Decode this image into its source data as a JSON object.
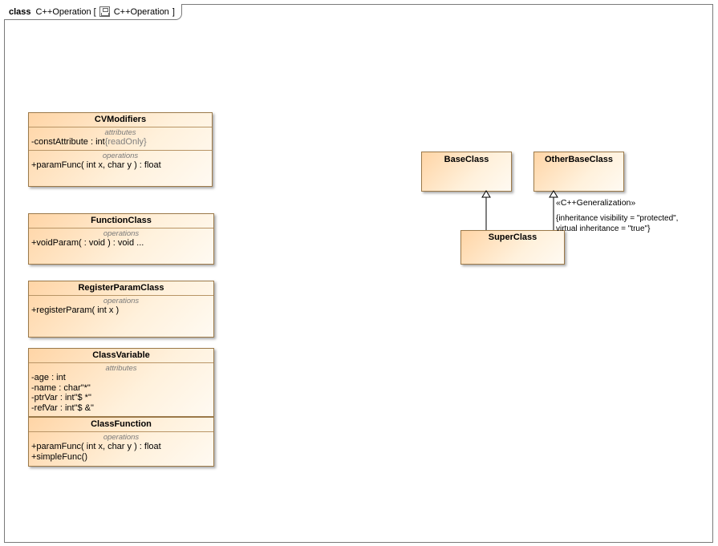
{
  "frame": {
    "keyword": "class",
    "name": "C++Operation",
    "bracket_open": "[",
    "diagram_name": "C++Operation",
    "bracket_close": "]"
  },
  "classes": {
    "cvmodifiers": {
      "name": "CVModifiers",
      "attributes_title": "attributes",
      "attributes": [
        {
          "text": "-constAttribute : int",
          "property": "{readOnly}"
        }
      ],
      "operations_title": "operations",
      "operations": [
        "+paramFunc( int x, char y ) : float"
      ]
    },
    "functionclass": {
      "name": "FunctionClass",
      "operations_title": "operations",
      "operations": [
        "+voidParam(  : void ) : void ..."
      ]
    },
    "registerparamclass": {
      "name": "RegisterParamClass",
      "operations_title": "operations",
      "operations": [
        "+registerParam( int x )"
      ]
    },
    "classvariable": {
      "name": "ClassVariable",
      "attributes_title": "attributes",
      "attributes": [
        "-age : int",
        "-name : char\"*\"",
        "-ptrVar : int\"$ *\"",
        "-refVar : int\"$ &\""
      ]
    },
    "classfunction": {
      "name": "ClassFunction",
      "operations_title": "operations",
      "operations": [
        "+paramFunc( int x, char y ) : float",
        "+simpleFunc()"
      ]
    },
    "baseclass": {
      "name": "BaseClass"
    },
    "otherbaseclass": {
      "name": "OtherBaseClass"
    },
    "superclass": {
      "name": "SuperClass"
    }
  },
  "generalization_label": {
    "stereotype": "«C++Generalization»",
    "tag_line_1": "{inheritance visibility = \"protected\",",
    "tag_line_2": "virtual inheritance = \"true\"}"
  },
  "colors": {
    "class_fill_start": "#ffd5a6",
    "class_fill_end": "#fffaf2",
    "class_border": "#9c7a4a",
    "frame_border": "#7a7a7a"
  }
}
